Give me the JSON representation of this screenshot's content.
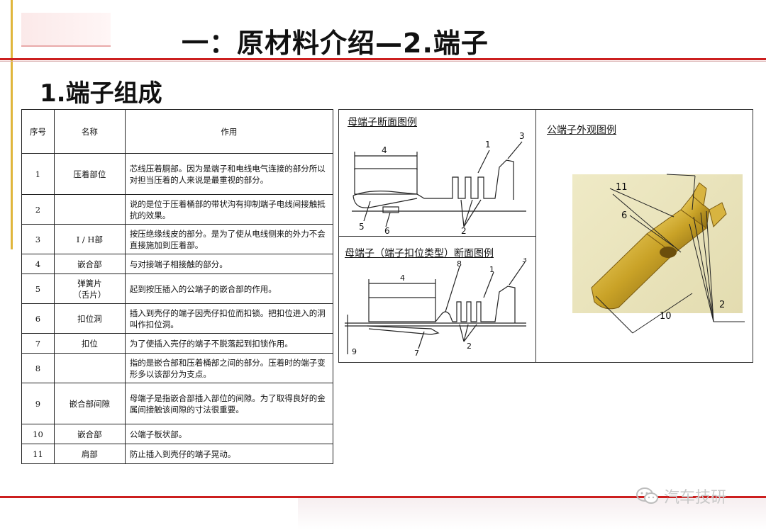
{
  "slide": {
    "title": "一：原材料介绍—2.端子",
    "subtitle": "1.端子组成"
  },
  "table": {
    "headers": [
      "序号",
      "名称",
      "作用"
    ],
    "rows": [
      {
        "no": "1",
        "name": "压着部位",
        "desc": "芯线压着胴部。因为是端子和电线电气连接的部分所以对担当压着的人来说是最重视的部分。"
      },
      {
        "no": "2",
        "name": "",
        "desc": "说的是位于压着桶部的带状沟有抑制端子电线间接触抵抗的效果。"
      },
      {
        "no": "3",
        "name": "I / H部",
        "desc": "按压绝缘线皮的部分。是为了使从电线侧来的外力不会直接施加到压着部。"
      },
      {
        "no": "4",
        "name": "嵌合部",
        "desc": "与对接端子相接触的部分。"
      },
      {
        "no": "5",
        "name": "弹簧片\n（舌片）",
        "desc": "起到按压插入的公端子的嵌合部的作用。"
      },
      {
        "no": "6",
        "name": "扣位洞",
        "desc": "插入到壳仔的端子因壳仔扣位而扣锁。把扣位进入的洞叫作扣位洞。"
      },
      {
        "no": "7",
        "name": "扣位",
        "desc": "为了使插入壳仔的端子不脱落起到扣锁作用。"
      },
      {
        "no": "8",
        "name": "",
        "desc": "指的是嵌合部和压着桶部之间的部分。压着时的端子变形多以该部分为支点。"
      },
      {
        "no": "9",
        "name": "嵌合部间隙",
        "desc": "母端子是指嵌合部插入部位的间隙。为了取得良好的金属间接触该间隙的寸法很重要。"
      },
      {
        "no": "10",
        "name": "嵌合部",
        "desc": "公端子板状部。"
      },
      {
        "no": "11",
        "name": "肩部",
        "desc": "防止插入到壳仔的端子晃动。"
      }
    ]
  },
  "diagrams": {
    "female_section": {
      "label": "母端子断面图例",
      "callouts": [
        "4",
        "1",
        "3",
        "5",
        "6",
        "2"
      ]
    },
    "female_lock_section": {
      "label": "母端子（端子扣位类型）断面图例",
      "callouts": [
        "8",
        "4",
        "1",
        "3",
        "7",
        "2",
        "9"
      ]
    },
    "male_appearance": {
      "label": "公端子外观图例",
      "callouts": [
        "11",
        "6",
        "10",
        "2"
      ]
    }
  },
  "watermark": {
    "text": "汽车技研",
    "icon": "wechat-icon"
  },
  "colors": {
    "accent_red": "#cc1f1f",
    "accent_gold": "#e0b63c",
    "brass": "#c9a227"
  }
}
